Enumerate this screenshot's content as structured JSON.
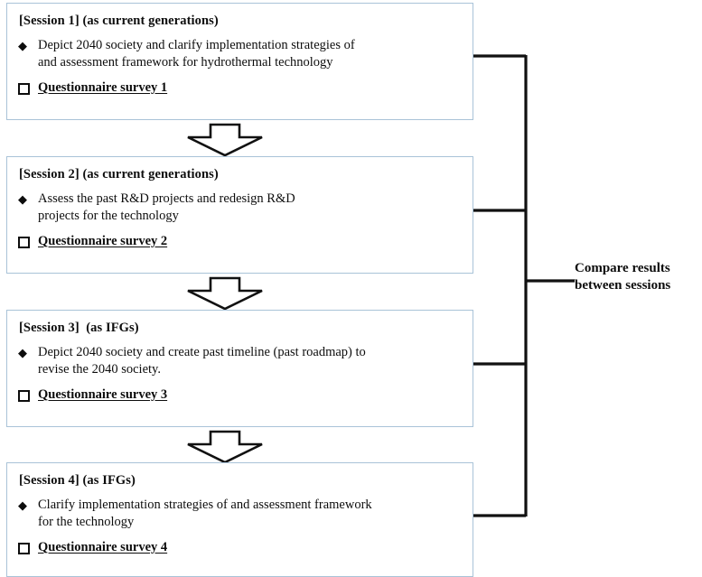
{
  "diagram": {
    "title": "Workshop session flow with questionnaire surveys",
    "accent_border_color": "#a9c3d8",
    "line_color": "#111111",
    "background_color": "#ffffff",
    "bullet_glyph": "◆",
    "checkbox_glyph": "□",
    "arrow_glyph": "⇩"
  },
  "sessions": [
    {
      "title": "[Session 1] (as current generations)",
      "session_label": "[Session 1]",
      "role": "(as current generations)",
      "bullet": "Depict 2040 society and clarify implementation  strategies of\nand assessment framework for hydrothermal  technology",
      "survey": "Questionnaire survey 1"
    },
    {
      "title": "[Session 2] (as current generations)",
      "session_label": "[Session 2]",
      "role": "(as current generations)",
      "bullet": "Assess the past  R&D projects and redesign R&D\nprojects for the technology",
      "survey": "Questionnaire survey 2"
    },
    {
      "title": "[Session 3]  (as IFGs)",
      "session_label": "[Session 3]",
      "role": "(as IFGs)",
      "bullet": "Depict 2040 society and create past timeline  (past roadmap) to\nrevise the 2040 society.",
      "survey": "Questionnaire survey 3"
    },
    {
      "title": "[Session 4] (as IFGs)",
      "session_label": "[Session 4]",
      "role": "(as IFGs)",
      "bullet": "Clarify  implementation  strategies  of and assessment framework\nfor the technology",
      "survey": "Questionnaire survey 4"
    }
  ],
  "connectors": {
    "arrows": [
      {
        "from": "[Session 1]",
        "to": "[Session 2]"
      },
      {
        "from": "[Session 2]",
        "to": "[Session 3]"
      },
      {
        "from": "[Session 3]",
        "to": "[Session 4]"
      }
    ],
    "compare": {
      "label": "Compare results\nbetween sessions",
      "line1": "Compare results",
      "line2": "between sessions",
      "joins": [
        "[Session 1]",
        "[Session 2]",
        "[Session 3]",
        "[Session 4]"
      ]
    }
  }
}
